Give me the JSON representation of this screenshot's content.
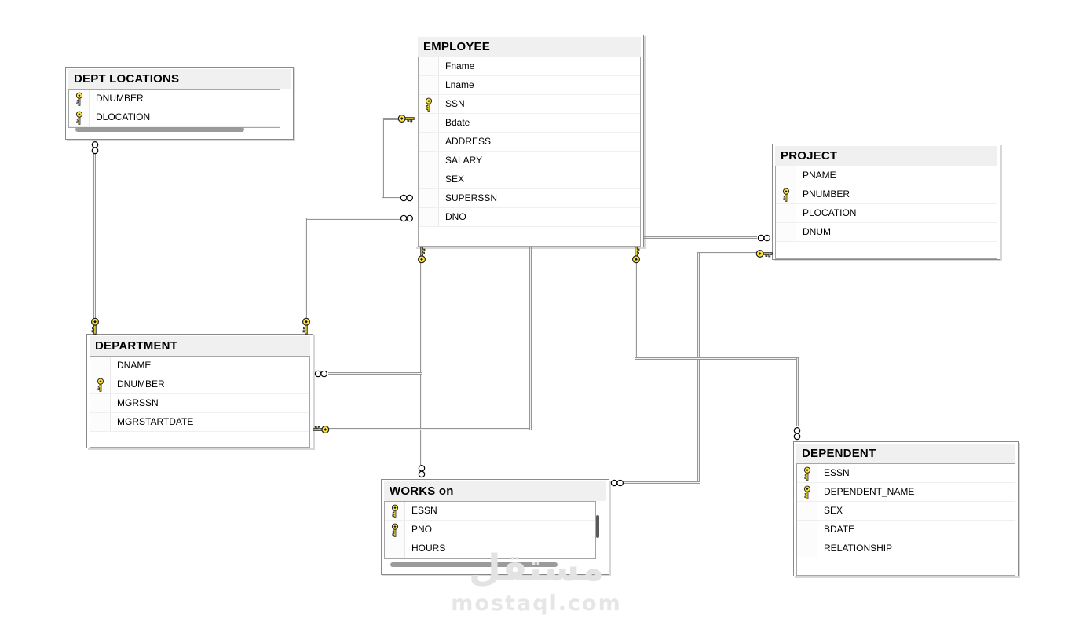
{
  "diagram": {
    "tables": [
      {
        "id": "dept_locations",
        "title": "DEPT LOCATIONS",
        "columns": [
          {
            "name": "DNUMBER",
            "pk": true
          },
          {
            "name": "DLOCATION",
            "pk": true
          }
        ]
      },
      {
        "id": "employee",
        "title": "EMPLOYEE",
        "columns": [
          {
            "name": "Fname",
            "pk": false
          },
          {
            "name": "Lname",
            "pk": false
          },
          {
            "name": "SSN",
            "pk": true
          },
          {
            "name": "Bdate",
            "pk": false
          },
          {
            "name": "ADDRESS",
            "pk": false
          },
          {
            "name": "SALARY",
            "pk": false
          },
          {
            "name": "SEX",
            "pk": false
          },
          {
            "name": "SUPERSSN",
            "pk": false
          },
          {
            "name": "DNO",
            "pk": false
          }
        ]
      },
      {
        "id": "project",
        "title": "PROJECT",
        "columns": [
          {
            "name": "PNAME",
            "pk": false
          },
          {
            "name": "PNUMBER",
            "pk": true
          },
          {
            "name": "PLOCATION",
            "pk": false
          },
          {
            "name": "DNUM",
            "pk": false
          }
        ]
      },
      {
        "id": "department",
        "title": "DEPARTMENT",
        "columns": [
          {
            "name": "DNAME",
            "pk": false
          },
          {
            "name": "DNUMBER",
            "pk": true
          },
          {
            "name": "MGRSSN",
            "pk": false
          },
          {
            "name": "MGRSTARTDATE",
            "pk": false
          }
        ]
      },
      {
        "id": "works_on",
        "title": "WORKS on",
        "columns": [
          {
            "name": "ESSN",
            "pk": true
          },
          {
            "name": "PNO",
            "pk": true
          },
          {
            "name": "HOURS",
            "pk": false
          }
        ]
      },
      {
        "id": "dependent",
        "title": "DEPENDENT",
        "columns": [
          {
            "name": "ESSN",
            "pk": true
          },
          {
            "name": "DEPENDENT_NAME",
            "pk": true
          },
          {
            "name": "SEX",
            "pk": false
          },
          {
            "name": "BDATE",
            "pk": false
          },
          {
            "name": "RELATIONSHIP",
            "pk": false
          }
        ]
      }
    ],
    "relationships": [
      {
        "one_side": "EMPLOYEE",
        "many_side": "EMPLOYEE",
        "one_symbol": "key-icon",
        "many_symbol": "infinity-icon"
      },
      {
        "one_side": "DEPARTMENT",
        "many_side": "EMPLOYEE",
        "one_symbol": "key-icon",
        "many_symbol": "infinity-icon"
      },
      {
        "one_side": "DEPARTMENT",
        "many_side": "DEPT LOCATIONS",
        "one_symbol": "key-icon",
        "many_symbol": "infinity-icon"
      },
      {
        "one_side": "EMPLOYEE",
        "many_side": "WORKS on",
        "one_symbol": "key-icon",
        "many_symbol": "infinity-icon"
      },
      {
        "one_side": "EMPLOYEE",
        "many_side": "DEPARTMENT",
        "one_symbol": "key-icon",
        "many_symbol": "infinity-icon"
      },
      {
        "one_side": "DEPARTMENT",
        "many_side": "PROJECT",
        "one_symbol": "key-icon",
        "many_symbol": "infinity-icon"
      },
      {
        "one_side": "PROJECT",
        "many_side": "WORKS on",
        "one_symbol": "key-icon",
        "many_symbol": "infinity-icon"
      },
      {
        "one_side": "EMPLOYEE",
        "many_side": "DEPENDENT",
        "one_symbol": "key-icon",
        "many_symbol": "infinity-icon"
      }
    ]
  },
  "watermark": {
    "logo_text": "مستقل",
    "site_text": "mostaql.com"
  },
  "colors": {
    "key_fill": "#ffe63e",
    "key_outline": "#1f1f1f",
    "line_gray": "#969696",
    "header_bg": "#f0f0f0",
    "frame_border": "#8a8a8a",
    "grid_border": "#a6a6a6",
    "row_divider": "#efefef",
    "scrollbar_thumb": "#9b9b9b",
    "watermark_gray": "#e3e3e3"
  }
}
